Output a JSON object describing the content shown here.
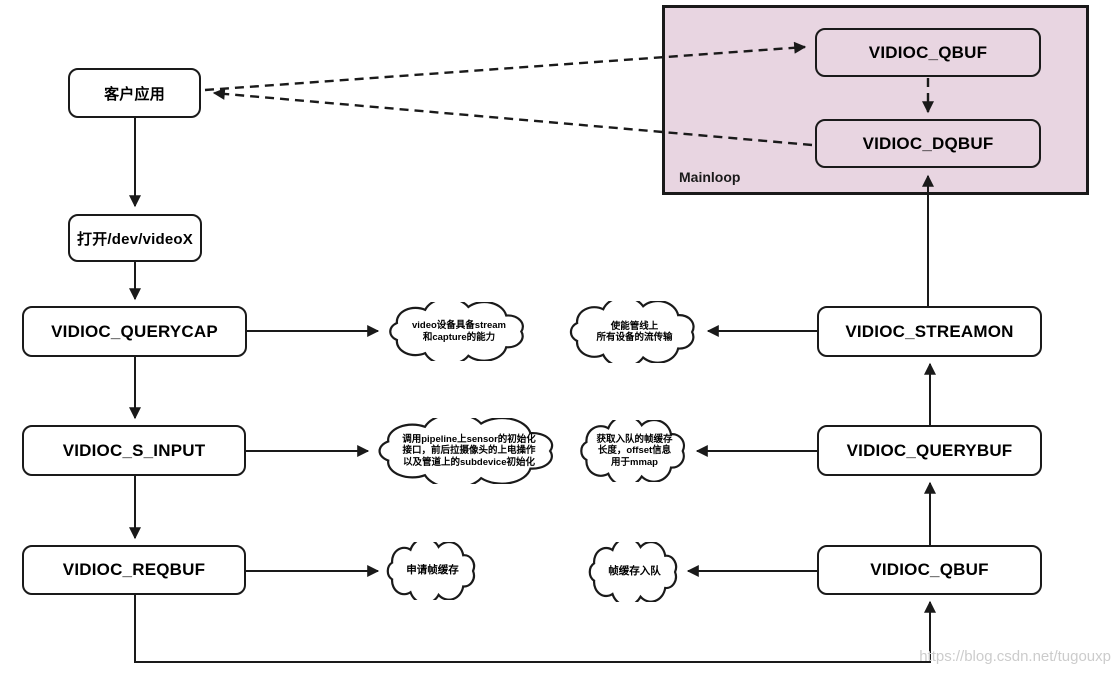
{
  "colors": {
    "mainloop_fill": "#e8d5e1",
    "box_fill": "#ffffff",
    "line": "#1a1a1a",
    "watermark": "#cccccc",
    "background": "#ffffff"
  },
  "diagram": {
    "nodes": {
      "client_app": "客户应用",
      "open_dev": "打开/dev/videoX",
      "querycap": "VIDIOC_QUERYCAP",
      "s_input": "VIDIOC_S_INPUT",
      "reqbuf": "VIDIOC_REQBUF",
      "streamon": "VIDIOC_STREAMON",
      "querybuf": "VIDIOC_QUERYBUF",
      "qbuf": "VIDIOC_QBUF"
    },
    "mainloop": {
      "label": "Mainloop",
      "qbuf": "VIDIOC_QBUF",
      "dqbuf": "VIDIOC_DQBUF"
    },
    "clouds": {
      "querycap_note": {
        "lines": [
          "video设备具备stream",
          "和capture的能力"
        ]
      },
      "s_input_note": {
        "lines": [
          "调用pipeline上sensor的初始化",
          "接口，前后拉摄像头的上电操作",
          "以及管道上的subdevice初始化"
        ]
      },
      "reqbuf_note": {
        "lines": [
          "申请帧缓存"
        ]
      },
      "streamon_note": {
        "lines": [
          "使能管线上",
          "所有设备的流传输"
        ]
      },
      "querybuf_note": {
        "lines": [
          "获取入队的帧缓存",
          "长度，offset信息",
          "用于mmap"
        ]
      },
      "qbuf_note": {
        "lines": [
          "帧缓存入队"
        ]
      }
    },
    "watermark": "https://blog.csdn.net/tugouxp"
  }
}
